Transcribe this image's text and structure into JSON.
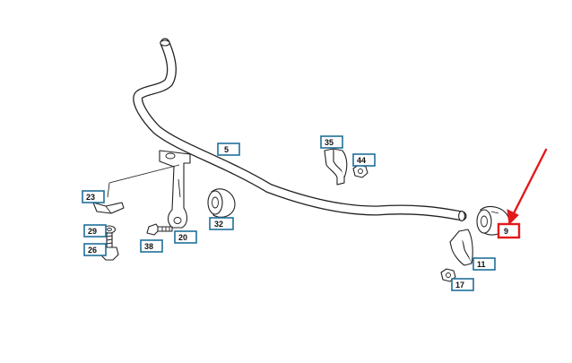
{
  "callouts": [
    {
      "id": "c5",
      "label": "5"
    },
    {
      "id": "c35",
      "label": "35"
    },
    {
      "id": "c44",
      "label": "44"
    },
    {
      "id": "c23",
      "label": "23"
    },
    {
      "id": "c29",
      "label": "29"
    },
    {
      "id": "c26",
      "label": "26"
    },
    {
      "id": "c38",
      "label": "38"
    },
    {
      "id": "c20",
      "label": "20"
    },
    {
      "id": "c32",
      "label": "32"
    },
    {
      "id": "c9",
      "label": "9"
    },
    {
      "id": "c11",
      "label": "11"
    },
    {
      "id": "c17",
      "label": "17"
    }
  ],
  "highlight": {
    "callout": "9",
    "color": "#e3191b"
  },
  "colors": {
    "callout_border": "#1f6f9a",
    "line": "#222222"
  }
}
